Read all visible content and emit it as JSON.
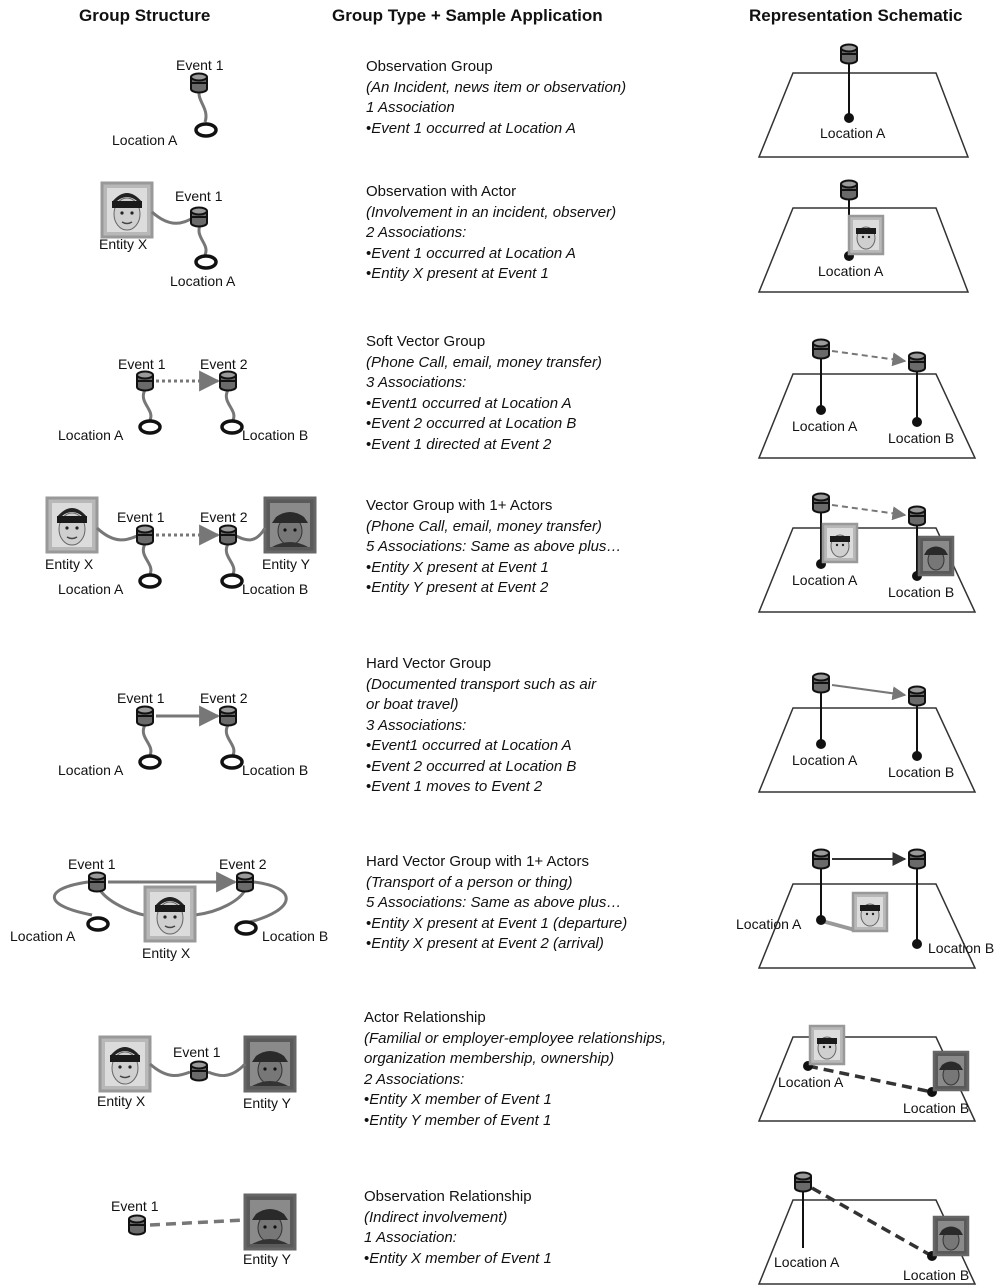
{
  "headers": {
    "structure": "Group Structure",
    "type": "Group Type + Sample Application",
    "schematic": "Representation Schematic"
  },
  "colors": {
    "line": "#777777",
    "ellipse": "#111111",
    "event_fill": "#555555",
    "photo_border": "#9a9a9a",
    "photo_border_dark": "#555555"
  },
  "rows": [
    {
      "title": "Observation Group",
      "subtitle": "(An Incident, news item or observation)",
      "assoc": "1 Association",
      "bullets": [
        "Event 1 occurred at Location A"
      ],
      "labels": {
        "event1": "Event 1",
        "locA": "Location A",
        "schemLocA": "Location A"
      }
    },
    {
      "title": "Observation with Actor",
      "subtitle": "(Involvement in an incident, observer)",
      "assoc": "2 Associations:",
      "bullets": [
        "Event 1 occurred at Location A",
        "Entity X present at Event 1"
      ],
      "labels": {
        "event1": "Event 1",
        "entityX": "Entity X",
        "locA": "Location A",
        "schemLocA": "Location A"
      }
    },
    {
      "title": "Soft Vector Group",
      "subtitle": "(Phone Call, email, money transfer)",
      "assoc": "3 Associations:",
      "bullets": [
        "Event1 occurred at Location A",
        "Event 2 occurred at Location B",
        "Event 1 directed at Event 2"
      ],
      "labels": {
        "event1": "Event 1",
        "event2": "Event 2",
        "locA": "Location A",
        "locB": "Location B",
        "schemLocA": "Location A",
        "schemLocB": "Location B"
      }
    },
    {
      "title": "Vector Group with 1+ Actors",
      "subtitle": "(Phone Call, email, money transfer)",
      "assoc": "5 Associations: Same as above plus…",
      "bullets": [
        "Entity X present at Event 1",
        "Entity Y present at Event 2"
      ],
      "labels": {
        "event1": "Event 1",
        "event2": "Event 2",
        "entityX": "Entity X",
        "entityY": "Entity Y",
        "locA": "Location A",
        "locB": "Location B",
        "schemLocA": "Location A",
        "schemLocB": "Location B"
      }
    },
    {
      "title": "Hard Vector Group",
      "subtitle": "(Documented transport such as air",
      "subtitle2": "or boat travel)",
      "assoc": "3 Associations:",
      "bullets": [
        "Event1 occurred at Location A",
        "Event 2 occurred at Location B",
        "Event 1 moves to Event 2"
      ],
      "labels": {
        "event1": "Event 1",
        "event2": "Event 2",
        "locA": "Location A",
        "locB": "Location B",
        "schemLocA": "Location A",
        "schemLocB": "Location B"
      }
    },
    {
      "title": "Hard Vector Group with 1+ Actors",
      "subtitle": "(Transport of a person or thing)",
      "assoc": "5 Associations: Same as above plus…",
      "bullets": [
        "Entity X present at Event 1 (departure)",
        "Entity X present at Event 2 (arrival)"
      ],
      "labels": {
        "event1": "Event 1",
        "event2": "Event 2",
        "entityX": "Entity X",
        "locA": "Location A",
        "locB": "Location B",
        "schemLocA": "Location A",
        "schemLocB": "Location B"
      }
    },
    {
      "title": "Actor Relationship",
      "subtitle": "(Familial or employer-employee relationships,",
      "subtitle2": "organization membership, ownership)",
      "assoc": "2 Associations:",
      "bullets": [
        "Entity X member of Event 1",
        "Entity Y member of Event 1"
      ],
      "labels": {
        "event1": "Event 1",
        "entityX": "Entity X",
        "entityY": "Entity Y",
        "schemLocA": "Location A",
        "schemLocB": "Location B"
      }
    },
    {
      "title": "Observation Relationship",
      "subtitle": "(Indirect involvement)",
      "assoc": "1 Association:",
      "bullets": [
        "Entity X member of Event 1"
      ],
      "labels": {
        "event1": "Event 1",
        "entityY": "Entity Y",
        "schemLocA": "Location A",
        "schemLocB": "Location B"
      }
    }
  ]
}
